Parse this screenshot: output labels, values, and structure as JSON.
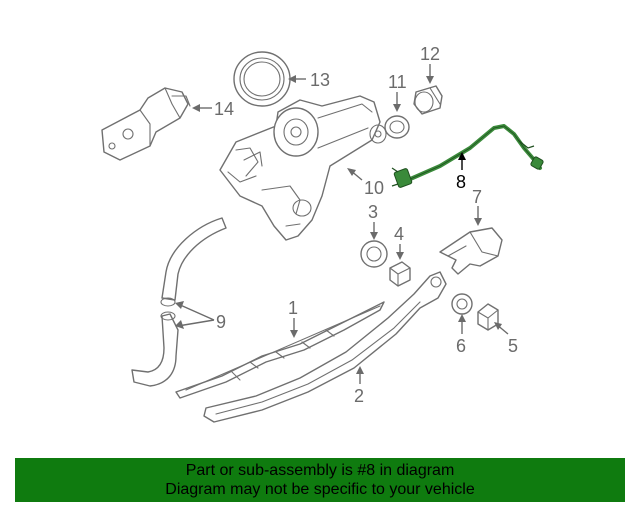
{
  "colors": {
    "highlight": "#3a8a3a",
    "banner_bg": "#0f7b0f",
    "line_art": "#707070",
    "label_text": "#6b6b6b"
  },
  "callouts": {
    "c1": "1",
    "c2": "2",
    "c3": "3",
    "c4": "4",
    "c5": "5",
    "c6": "6",
    "c7": "7",
    "c8": "8",
    "c9": "9",
    "c10": "10",
    "c11": "11",
    "c12": "12",
    "c13": "13",
    "c14": "14"
  },
  "highlighted_part": "8",
  "banner": {
    "line1": "Part or sub-assembly is #8 in diagram",
    "line2": "Diagram may not be specific to your vehicle"
  }
}
